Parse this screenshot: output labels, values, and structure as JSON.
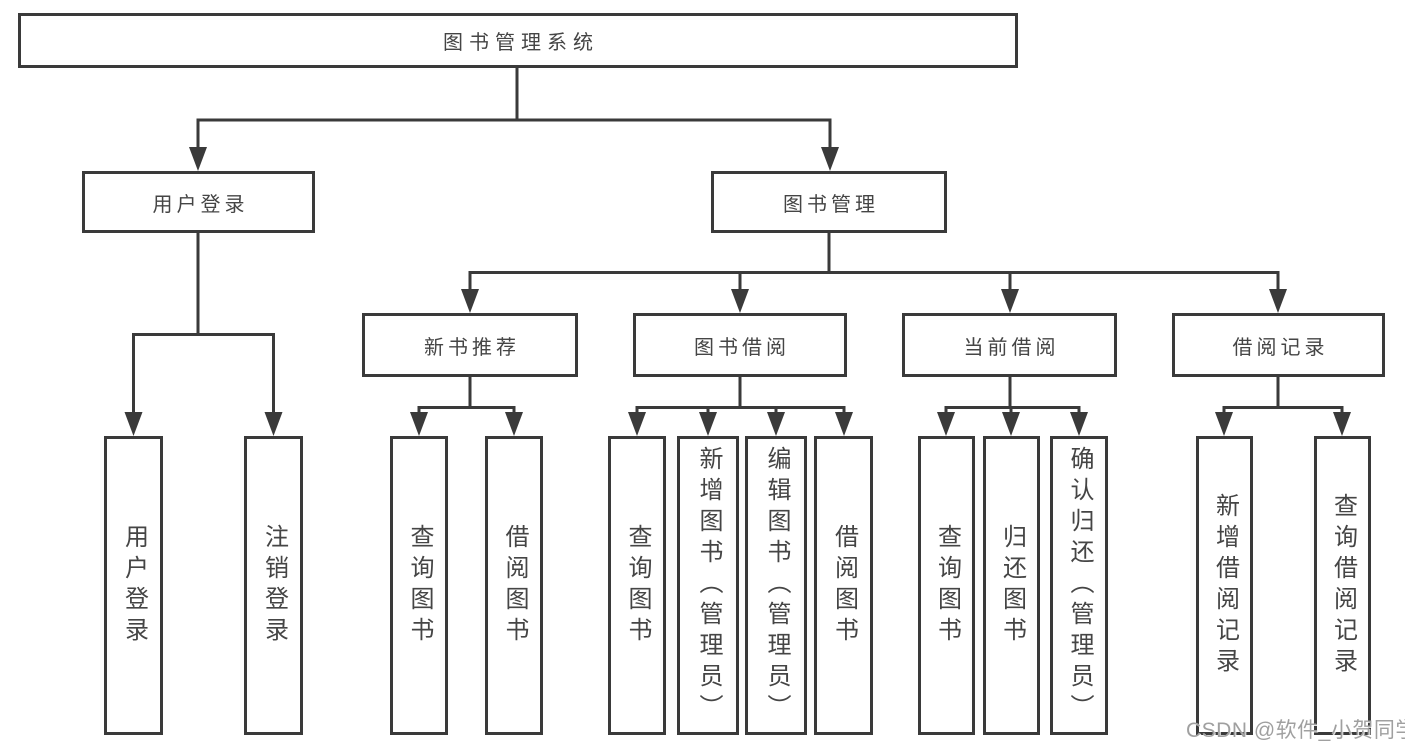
{
  "diagram": {
    "root": {
      "label": "图书管理系统"
    },
    "level2": {
      "user_login": {
        "label": "用户登录"
      },
      "book_mgmt": {
        "label": "图书管理"
      }
    },
    "level3": {
      "new_book_rec": {
        "label": "新书推荐"
      },
      "book_borrow": {
        "label": "图书借阅"
      },
      "current_borrow": {
        "label": "当前借阅"
      },
      "borrow_record": {
        "label": "借阅记录"
      }
    },
    "leaves": {
      "user_login_leaf": {
        "label": "用户登录"
      },
      "logout": {
        "label": "注销登录"
      },
      "rec_query_book": {
        "label": "查询图书"
      },
      "rec_borrow_book": {
        "label": "借阅图书"
      },
      "bb_query_book": {
        "label": "查询图书"
      },
      "bb_add_book": {
        "label": "新增图书（管理员）"
      },
      "bb_edit_book": {
        "label": "编辑图书（管理员）"
      },
      "bb_borrow_book": {
        "label": "借阅图书"
      },
      "cb_query_book": {
        "label": "查询图书"
      },
      "cb_return_book": {
        "label": "归还图书"
      },
      "cb_confirm_return": {
        "label": "确认归还（管理员）"
      },
      "br_add_record": {
        "label": "新增借阅记录"
      },
      "br_query_record": {
        "label": "查询借阅记录"
      }
    }
  },
  "watermark": {
    "text": "CSDN @软件_小贺同学"
  },
  "colors": {
    "line": "#3a3a3a",
    "box_border": "#3a3a3a",
    "text": "#454545",
    "watermark": "#a0a0a0",
    "background": "#ffffff"
  }
}
